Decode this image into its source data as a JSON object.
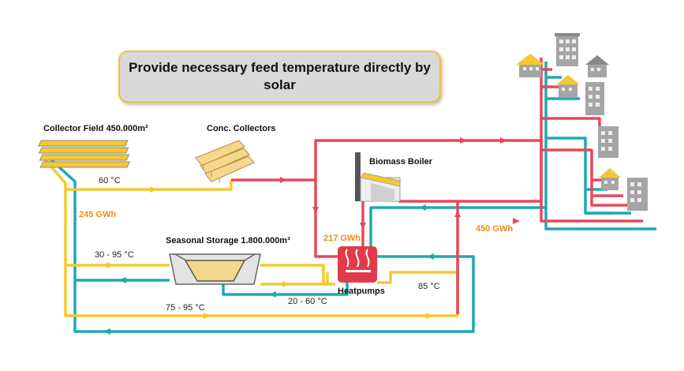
{
  "title": "Provide necessary feed temperature directly by solar",
  "labels": {
    "collector_field": "Collector Field 450.000m²",
    "conc_collectors": "Conc. Collectors",
    "biomass_boiler": "Biomass Boiler",
    "seasonal_storage": "Seasonal Storage 1.800.000m³",
    "heatpumps": "Heatpumps",
    "t_60": "60 °C",
    "t_30_95": "30 - 95 °C",
    "t_75_95": "75 - 95 °C",
    "t_20_60": "20 - 60 °C",
    "t_85": "85 °C",
    "e_245": "245 GWh",
    "e_217": "217 GWh",
    "e_450": "450 GWh"
  },
  "colors": {
    "solar": "#f5c832",
    "supply": "#e8485c",
    "return": "#1ea8b4",
    "energy_label": "#f08a1c",
    "heatpump": "#e23a4a"
  }
}
